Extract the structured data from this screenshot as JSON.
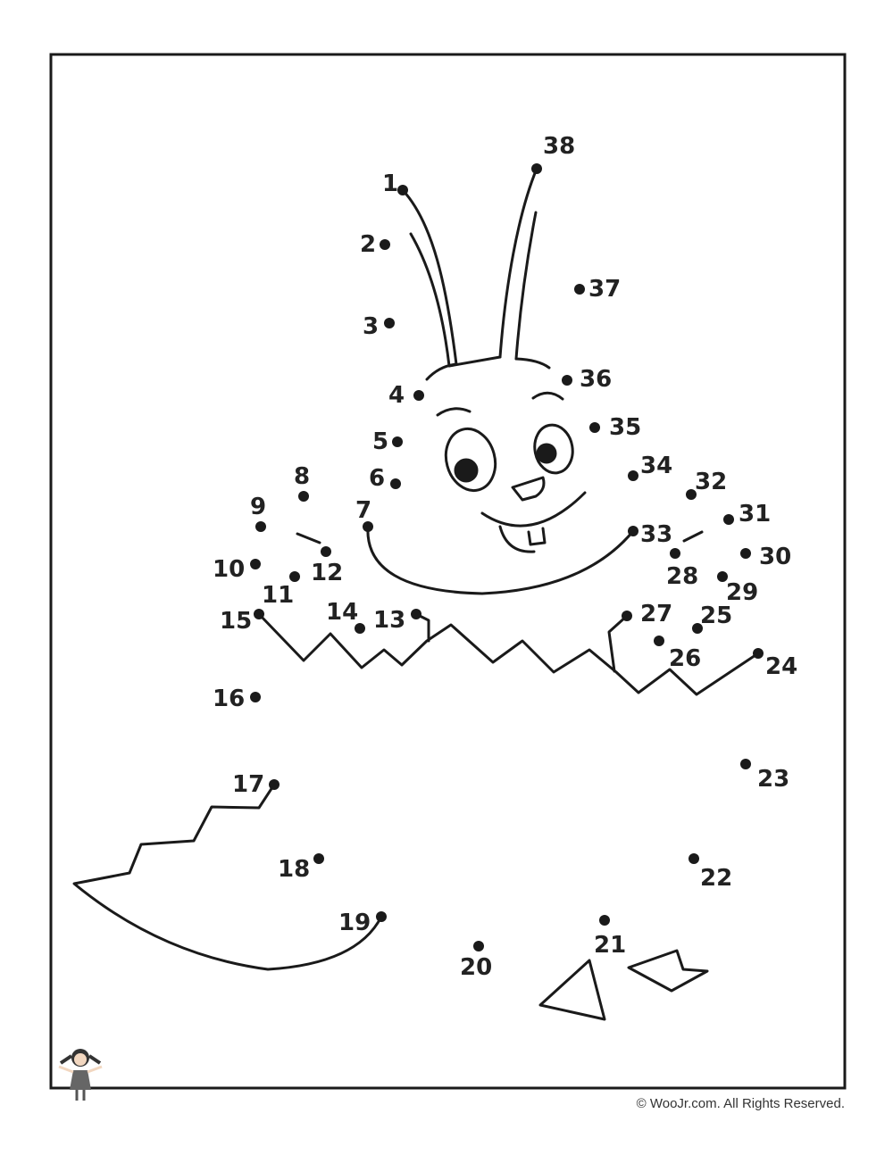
{
  "worksheet": {
    "dots": [
      "1",
      "2",
      "3",
      "4",
      "5",
      "6",
      "7",
      "8",
      "9",
      "10",
      "11",
      "12",
      "13",
      "14",
      "15",
      "16",
      "17",
      "18",
      "19",
      "20",
      "21",
      "22",
      "23",
      "24",
      "25",
      "26",
      "27",
      "28",
      "29",
      "30",
      "31",
      "32",
      "33",
      "34",
      "35",
      "36",
      "37",
      "38"
    ],
    "ink_color": "#1a1a1a"
  },
  "logo": {
    "icon": "girl-mascot-icon"
  },
  "footer": {
    "copyright": "© WooJr.com. All Rights Reserved."
  }
}
